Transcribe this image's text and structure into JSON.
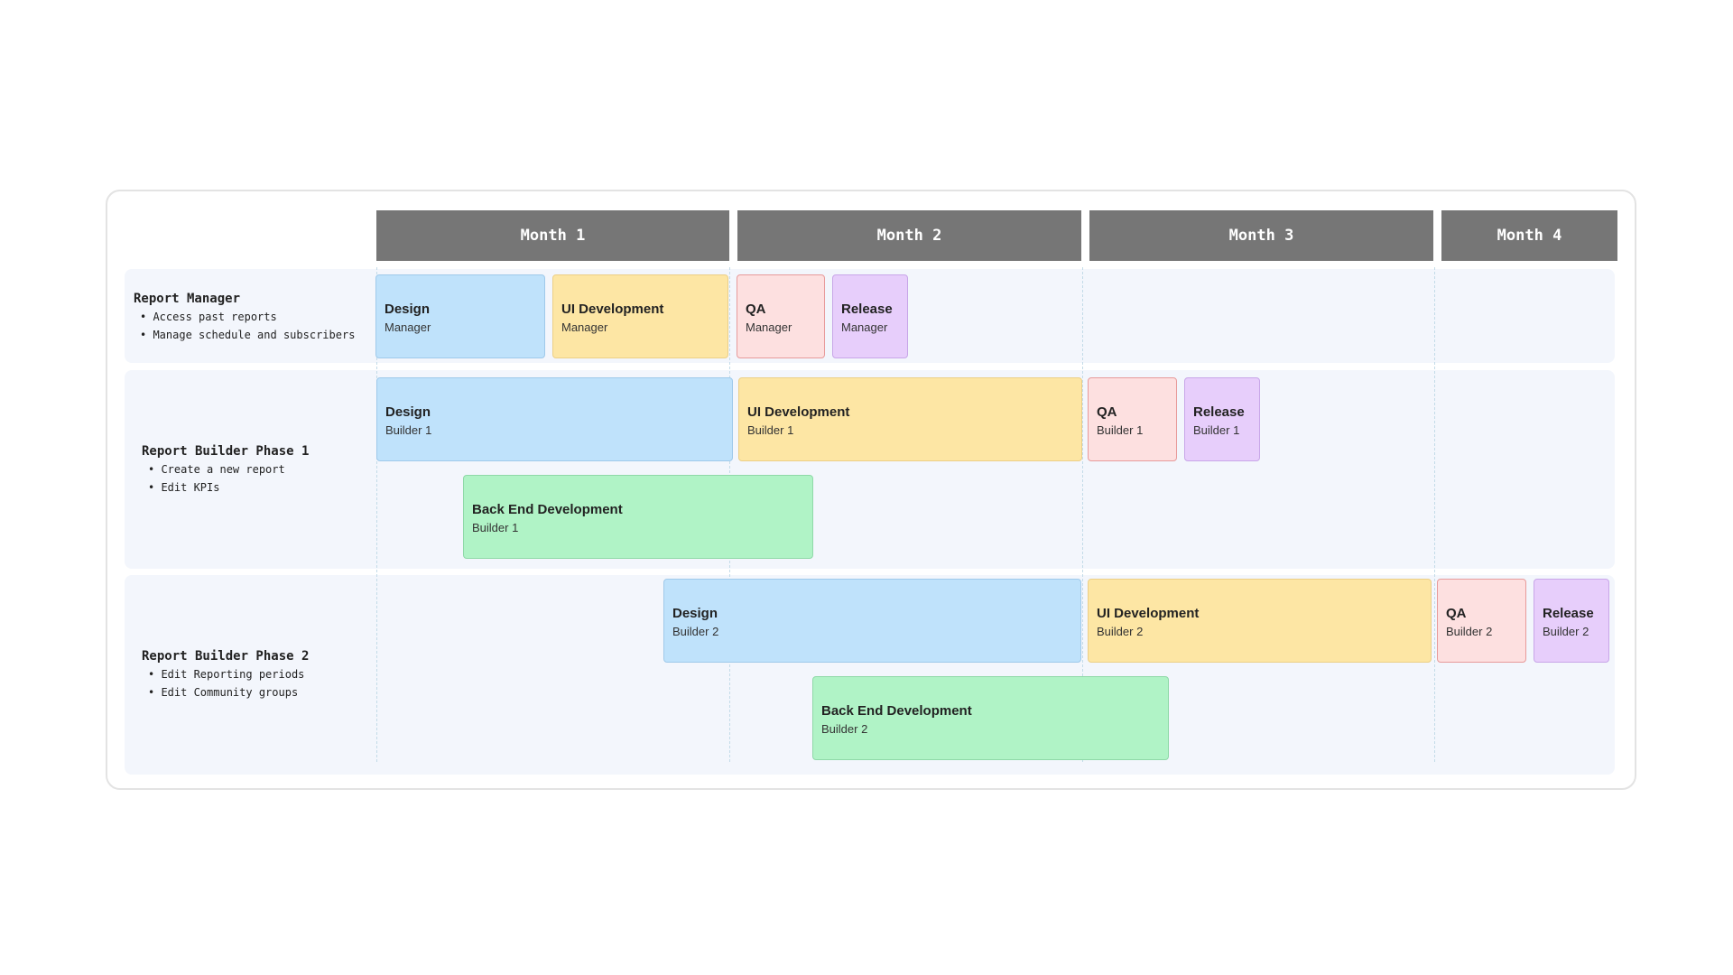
{
  "months": [
    "Month 1",
    "Month 2",
    "Month 3",
    "Month 4"
  ],
  "lanes": [
    {
      "title": "Report Manager",
      "bullets": [
        "• Access past reports",
        "• Manage schedule and subscribers"
      ]
    },
    {
      "title": "Report Builder Phase 1",
      "bullets": [
        "• Create a new report",
        "• Edit KPIs"
      ]
    },
    {
      "title": "Report Builder Phase 2",
      "bullets": [
        "• Edit Reporting periods",
        "• Edit Community groups"
      ]
    }
  ],
  "tasks": {
    "manager": [
      {
        "name": "Design",
        "owner": "Manager"
      },
      {
        "name": "UI Development",
        "owner": "Manager"
      },
      {
        "name": "QA",
        "owner": "Manager"
      },
      {
        "name": "Release",
        "owner": "Manager"
      }
    ],
    "builder1": [
      {
        "name": "Design",
        "owner": "Builder 1"
      },
      {
        "name": "UI Development",
        "owner": "Builder 1"
      },
      {
        "name": "QA",
        "owner": "Builder 1"
      },
      {
        "name": "Release",
        "owner": "Builder 1"
      },
      {
        "name": "Back End Development",
        "owner": "Builder 1"
      }
    ],
    "builder2": [
      {
        "name": "Design",
        "owner": "Builder 2"
      },
      {
        "name": "UI Development",
        "owner": "Builder 2"
      },
      {
        "name": "QA",
        "owner": "Builder 2"
      },
      {
        "name": "Release",
        "owner": "Builder 2"
      },
      {
        "name": "Back End Development",
        "owner": "Builder 2"
      }
    ]
  },
  "colors": {
    "design": "#bfe2fb",
    "ui_development": "#fde6a4",
    "qa": "#fde0e0",
    "release": "#e7cefb",
    "back_end_development": "#b0f3c6",
    "month_header": "#767676",
    "lane_background": "#f3f6fc"
  }
}
